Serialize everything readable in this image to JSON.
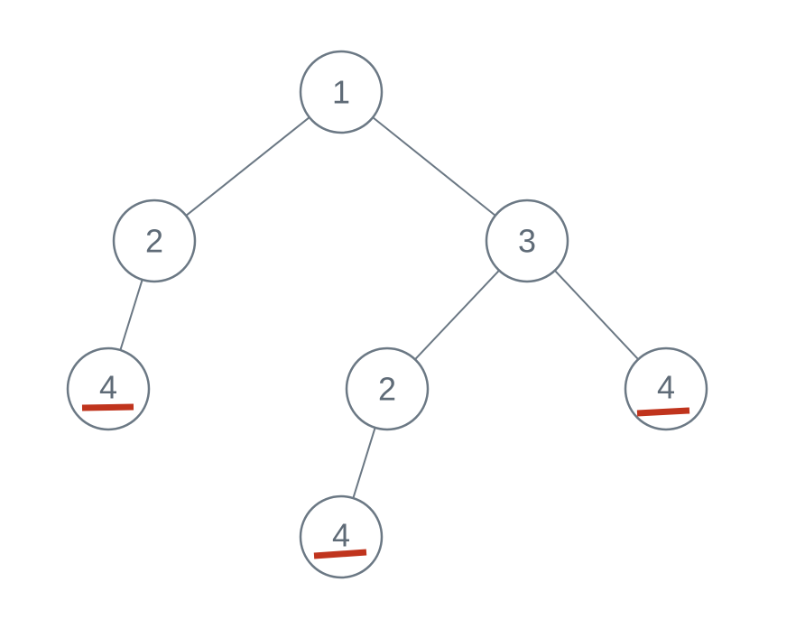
{
  "diagram": {
    "type": "binary-tree",
    "edge_color": "#6b7884",
    "text_color": "#5f6b77",
    "highlight_color": "#c0341d",
    "nodes": [
      {
        "id": "n1",
        "label": "1",
        "highlighted": false
      },
      {
        "id": "n2",
        "label": "2",
        "highlighted": false
      },
      {
        "id": "n3",
        "label": "3",
        "highlighted": false
      },
      {
        "id": "n4",
        "label": "4",
        "highlighted": true
      },
      {
        "id": "n5",
        "label": "2",
        "highlighted": false
      },
      {
        "id": "n6",
        "label": "4",
        "highlighted": true
      },
      {
        "id": "n7",
        "label": "4",
        "highlighted": true
      }
    ],
    "edges": [
      {
        "from": "n1",
        "to": "n2"
      },
      {
        "from": "n1",
        "to": "n3"
      },
      {
        "from": "n2",
        "to": "n4"
      },
      {
        "from": "n3",
        "to": "n5"
      },
      {
        "from": "n3",
        "to": "n6"
      },
      {
        "from": "n5",
        "to": "n7"
      }
    ]
  }
}
